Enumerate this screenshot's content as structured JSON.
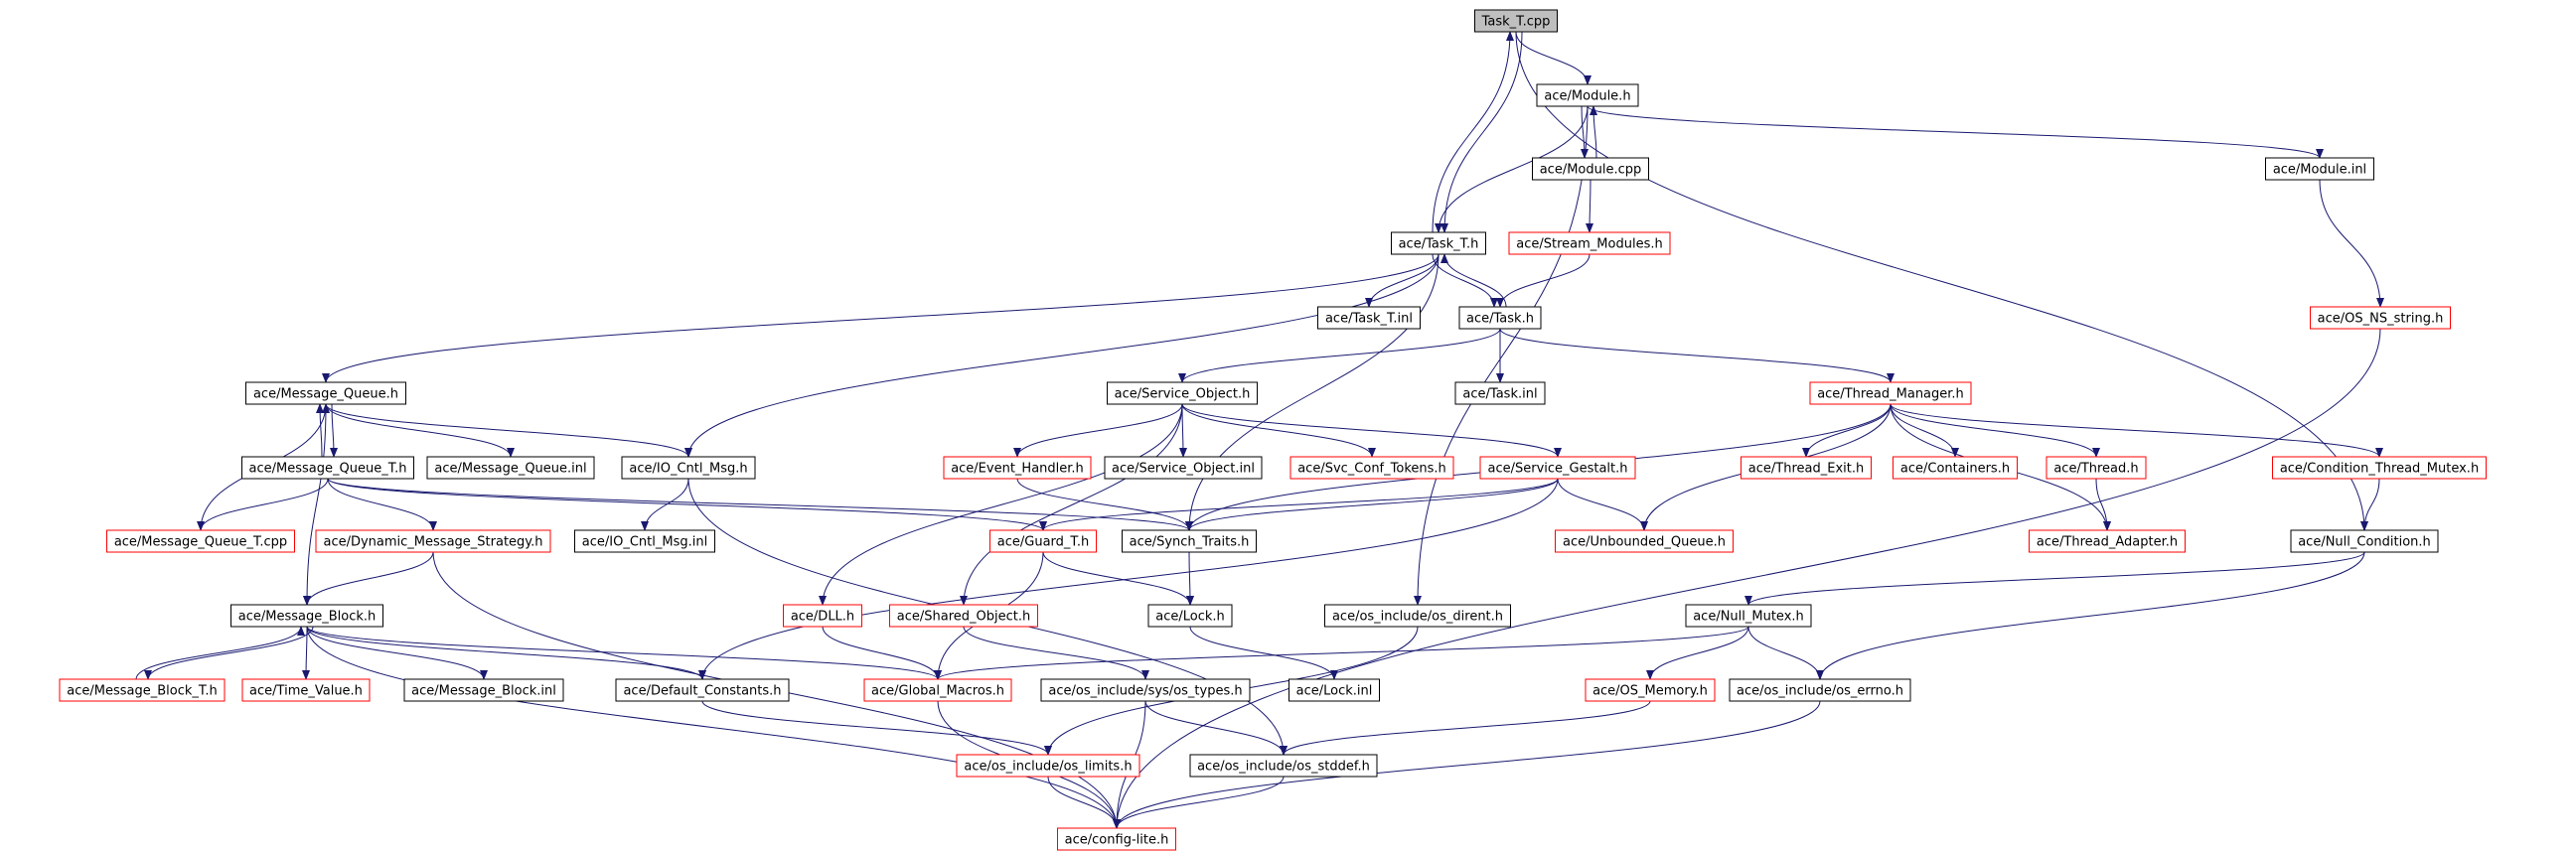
{
  "colors": {
    "edge": "#191970",
    "box_normal": "#000000",
    "box_missing": "#ff0000",
    "root_fill": "#bfbfbf",
    "text": "#000000"
  },
  "nodes": [
    {
      "id": "task_t_cpp",
      "label": "Task_T.cpp",
      "style": "root"
    },
    {
      "id": "module_h",
      "label": "ace/Module.h",
      "style": "normal"
    },
    {
      "id": "module_cpp",
      "label": "ace/Module.cpp",
      "style": "normal"
    },
    {
      "id": "module_inl",
      "label": "ace/Module.inl",
      "style": "normal"
    },
    {
      "id": "stream_modules_h",
      "label": "ace/Stream_Modules.h",
      "style": "missing"
    },
    {
      "id": "task_t_h",
      "label": "ace/Task_T.h",
      "style": "normal"
    },
    {
      "id": "task_t_inl",
      "label": "ace/Task_T.inl",
      "style": "normal"
    },
    {
      "id": "task_h",
      "label": "ace/Task.h",
      "style": "normal"
    },
    {
      "id": "os_ns_string_h",
      "label": "ace/OS_NS_string.h",
      "style": "missing"
    },
    {
      "id": "message_queue_h",
      "label": "ace/Message_Queue.h",
      "style": "normal"
    },
    {
      "id": "service_object_h",
      "label": "ace/Service_Object.h",
      "style": "normal"
    },
    {
      "id": "task_inl",
      "label": "ace/Task.inl",
      "style": "normal"
    },
    {
      "id": "thread_manager_h",
      "label": "ace/Thread_Manager.h",
      "style": "missing"
    },
    {
      "id": "message_queue_t_h",
      "label": "ace/Message_Queue_T.h",
      "style": "normal"
    },
    {
      "id": "message_queue_inl",
      "label": "ace/Message_Queue.inl",
      "style": "normal"
    },
    {
      "id": "io_cntl_msg_h",
      "label": "ace/IO_Cntl_Msg.h",
      "style": "normal"
    },
    {
      "id": "event_handler_h",
      "label": "ace/Event_Handler.h",
      "style": "missing"
    },
    {
      "id": "service_object_inl",
      "label": "ace/Service_Object.inl",
      "style": "normal"
    },
    {
      "id": "svc_conf_tokens_h",
      "label": "ace/Svc_Conf_Tokens.h",
      "style": "missing"
    },
    {
      "id": "service_gestalt_h",
      "label": "ace/Service_Gestalt.h",
      "style": "missing"
    },
    {
      "id": "thread_exit_h",
      "label": "ace/Thread_Exit.h",
      "style": "missing"
    },
    {
      "id": "containers_h",
      "label": "ace/Containers.h",
      "style": "missing"
    },
    {
      "id": "thread_h",
      "label": "ace/Thread.h",
      "style": "missing"
    },
    {
      "id": "condition_thread_mutex_h",
      "label": "ace/Condition_Thread_Mutex.h",
      "style": "missing"
    },
    {
      "id": "message_queue_t_cpp",
      "label": "ace/Message_Queue_T.cpp",
      "style": "missing"
    },
    {
      "id": "dynamic_message_strategy_h",
      "label": "ace/Dynamic_Message_Strategy.h",
      "style": "missing"
    },
    {
      "id": "io_cntl_msg_inl",
      "label": "ace/IO_Cntl_Msg.inl",
      "style": "normal"
    },
    {
      "id": "guard_t_h",
      "label": "ace/Guard_T.h",
      "style": "missing"
    },
    {
      "id": "synch_traits_h",
      "label": "ace/Synch_Traits.h",
      "style": "normal"
    },
    {
      "id": "unbounded_queue_h",
      "label": "ace/Unbounded_Queue.h",
      "style": "missing"
    },
    {
      "id": "thread_adapter_h",
      "label": "ace/Thread_Adapter.h",
      "style": "missing"
    },
    {
      "id": "null_condition_h",
      "label": "ace/Null_Condition.h",
      "style": "normal"
    },
    {
      "id": "message_block_h",
      "label": "ace/Message_Block.h",
      "style": "normal"
    },
    {
      "id": "dll_h",
      "label": "ace/DLL.h",
      "style": "missing"
    },
    {
      "id": "shared_object_h",
      "label": "ace/Shared_Object.h",
      "style": "missing"
    },
    {
      "id": "lock_h",
      "label": "ace/Lock.h",
      "style": "normal"
    },
    {
      "id": "os_dirent_h",
      "label": "ace/os_include/os_dirent.h",
      "style": "normal"
    },
    {
      "id": "null_mutex_h",
      "label": "ace/Null_Mutex.h",
      "style": "normal"
    },
    {
      "id": "message_block_t_h",
      "label": "ace/Message_Block_T.h",
      "style": "missing"
    },
    {
      "id": "time_value_h",
      "label": "ace/Time_Value.h",
      "style": "missing"
    },
    {
      "id": "message_block_inl",
      "label": "ace/Message_Block.inl",
      "style": "normal"
    },
    {
      "id": "default_constants_h",
      "label": "ace/Default_Constants.h",
      "style": "normal"
    },
    {
      "id": "global_macros_h",
      "label": "ace/Global_Macros.h",
      "style": "missing"
    },
    {
      "id": "os_types_h",
      "label": "ace/os_include/sys/os_types.h",
      "style": "normal"
    },
    {
      "id": "lock_inl",
      "label": "ace/Lock.inl",
      "style": "normal"
    },
    {
      "id": "os_memory_h",
      "label": "ace/OS_Memory.h",
      "style": "missing"
    },
    {
      "id": "os_errno_h",
      "label": "ace/os_include/os_errno.h",
      "style": "normal"
    },
    {
      "id": "os_limits_h",
      "label": "ace/os_include/os_limits.h",
      "style": "missing"
    },
    {
      "id": "os_stddef_h",
      "label": "ace/os_include/os_stddef.h",
      "style": "normal"
    },
    {
      "id": "config_lite_h",
      "label": "ace/config-lite.h",
      "style": "missing"
    }
  ],
  "edges": [
    [
      "task_t_cpp",
      "module_h"
    ],
    [
      "task_t_cpp",
      "task_t_h"
    ],
    [
      "task_t_cpp",
      "null_condition_h"
    ],
    [
      "module_h",
      "task_t_h"
    ],
    [
      "module_h",
      "module_cpp"
    ],
    [
      "module_h",
      "module_inl"
    ],
    [
      "module_h",
      "os_dirent_h"
    ],
    [
      "module_cpp",
      "module_h"
    ],
    [
      "module_cpp",
      "stream_modules_h"
    ],
    [
      "module_inl",
      "os_ns_string_h"
    ],
    [
      "stream_modules_h",
      "task_h"
    ],
    [
      "task_t_h",
      "task_t_cpp"
    ],
    [
      "task_t_h",
      "task_t_inl"
    ],
    [
      "task_t_h",
      "task_h"
    ],
    [
      "task_t_h",
      "message_queue_h"
    ],
    [
      "task_t_h",
      "io_cntl_msg_h"
    ],
    [
      "task_t_h",
      "synch_traits_h"
    ],
    [
      "task_h",
      "task_t_h"
    ],
    [
      "task_h",
      "service_object_h"
    ],
    [
      "task_h",
      "task_inl"
    ],
    [
      "task_h",
      "thread_manager_h"
    ],
    [
      "os_ns_string_h",
      "config_lite_h"
    ],
    [
      "message_queue_h",
      "message_queue_t_h"
    ],
    [
      "message_queue_h",
      "message_queue_inl"
    ],
    [
      "message_queue_h",
      "io_cntl_msg_h"
    ],
    [
      "message_queue_h",
      "message_block_h"
    ],
    [
      "message_queue_t_h",
      "message_queue_h"
    ],
    [
      "message_queue_t_h",
      "message_queue_t_cpp"
    ],
    [
      "message_queue_t_h",
      "dynamic_message_strategy_h"
    ],
    [
      "message_queue_t_h",
      "synch_traits_h"
    ],
    [
      "message_queue_t_h",
      "guard_t_h"
    ],
    [
      "message_queue_t_cpp",
      "message_queue_h"
    ],
    [
      "io_cntl_msg_h",
      "io_cntl_msg_inl"
    ],
    [
      "io_cntl_msg_h",
      "os_stddef_h"
    ],
    [
      "service_object_h",
      "event_handler_h"
    ],
    [
      "service_object_h",
      "service_object_inl"
    ],
    [
      "service_object_h",
      "svc_conf_tokens_h"
    ],
    [
      "service_object_h",
      "service_gestalt_h"
    ],
    [
      "service_object_h",
      "dll_h"
    ],
    [
      "service_object_h",
      "shared_object_h"
    ],
    [
      "event_handler_h",
      "synch_traits_h"
    ],
    [
      "service_gestalt_h",
      "synch_traits_h"
    ],
    [
      "service_gestalt_h",
      "guard_t_h"
    ],
    [
      "service_gestalt_h",
      "unbounded_queue_h"
    ],
    [
      "service_gestalt_h",
      "default_constants_h"
    ],
    [
      "thread_manager_h",
      "thread_exit_h"
    ],
    [
      "thread_manager_h",
      "containers_h"
    ],
    [
      "thread_manager_h",
      "thread_h"
    ],
    [
      "thread_manager_h",
      "condition_thread_mutex_h"
    ],
    [
      "thread_manager_h",
      "thread_adapter_h"
    ],
    [
      "thread_manager_h",
      "unbounded_queue_h"
    ],
    [
      "thread_manager_h",
      "synch_traits_h"
    ],
    [
      "thread_h",
      "thread_adapter_h"
    ],
    [
      "condition_thread_mutex_h",
      "null_condition_h"
    ],
    [
      "synch_traits_h",
      "lock_h"
    ],
    [
      "guard_t_h",
      "lock_h"
    ],
    [
      "guard_t_h",
      "global_macros_h"
    ],
    [
      "lock_h",
      "lock_inl"
    ],
    [
      "dynamic_message_strategy_h",
      "message_block_h"
    ],
    [
      "dynamic_message_strategy_h",
      "config_lite_h"
    ],
    [
      "null_condition_h",
      "null_mutex_h"
    ],
    [
      "null_condition_h",
      "os_errno_h"
    ],
    [
      "message_block_h",
      "message_block_t_h"
    ],
    [
      "message_block_h",
      "time_value_h"
    ],
    [
      "message_block_h",
      "message_block_inl"
    ],
    [
      "message_block_h",
      "default_constants_h"
    ],
    [
      "message_block_h",
      "global_macros_h"
    ],
    [
      "message_block_h",
      "config_lite_h"
    ],
    [
      "message_block_t_h",
      "message_block_h"
    ],
    [
      "dll_h",
      "global_macros_h"
    ],
    [
      "shared_object_h",
      "os_types_h"
    ],
    [
      "os_dirent_h",
      "os_limits_h"
    ],
    [
      "null_mutex_h",
      "global_macros_h"
    ],
    [
      "null_mutex_h",
      "os_memory_h"
    ],
    [
      "null_mutex_h",
      "os_errno_h"
    ],
    [
      "default_constants_h",
      "os_limits_h"
    ],
    [
      "global_macros_h",
      "config_lite_h"
    ],
    [
      "os_types_h",
      "os_stddef_h"
    ],
    [
      "os_types_h",
      "config_lite_h"
    ],
    [
      "os_memory_h",
      "os_stddef_h"
    ],
    [
      "os_errno_h",
      "config_lite_h"
    ],
    [
      "os_limits_h",
      "config_lite_h"
    ],
    [
      "os_stddef_h",
      "config_lite_h"
    ]
  ]
}
